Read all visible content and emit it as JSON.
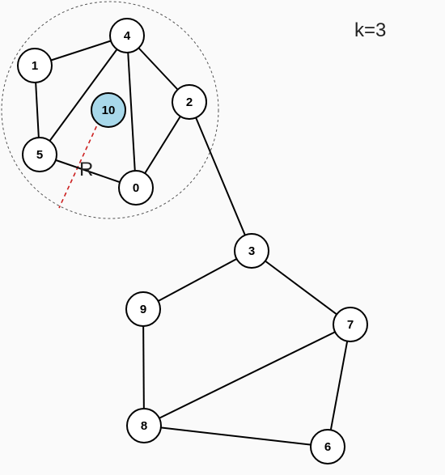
{
  "k_label": "k=3",
  "radius_label": "R",
  "colors": {
    "edge": "#000000",
    "node_fill": "#ffffff",
    "node_stroke": "#000000",
    "query_fill": "#a8d8ea",
    "circle_stroke": "#555555",
    "radius_line": "#cc1f1f"
  },
  "nodes": [
    {
      "id": "0",
      "label": "0"
    },
    {
      "id": "1",
      "label": "1"
    },
    {
      "id": "2",
      "label": "2"
    },
    {
      "id": "3",
      "label": "3"
    },
    {
      "id": "4",
      "label": "4"
    },
    {
      "id": "5",
      "label": "5"
    },
    {
      "id": "6",
      "label": "6"
    },
    {
      "id": "7",
      "label": "7"
    },
    {
      "id": "8",
      "label": "8"
    },
    {
      "id": "9",
      "label": "9"
    },
    {
      "id": "10",
      "label": "10",
      "query": true
    }
  ],
  "edges": [
    [
      "1",
      "4"
    ],
    [
      "1",
      "5"
    ],
    [
      "4",
      "5"
    ],
    [
      "4",
      "0"
    ],
    [
      "4",
      "2"
    ],
    [
      "5",
      "0"
    ],
    [
      "2",
      "0"
    ],
    [
      "2",
      "3"
    ],
    [
      "3",
      "9"
    ],
    [
      "3",
      "7"
    ],
    [
      "9",
      "8"
    ],
    [
      "8",
      "7"
    ],
    [
      "8",
      "6"
    ],
    [
      "7",
      "6"
    ]
  ]
}
